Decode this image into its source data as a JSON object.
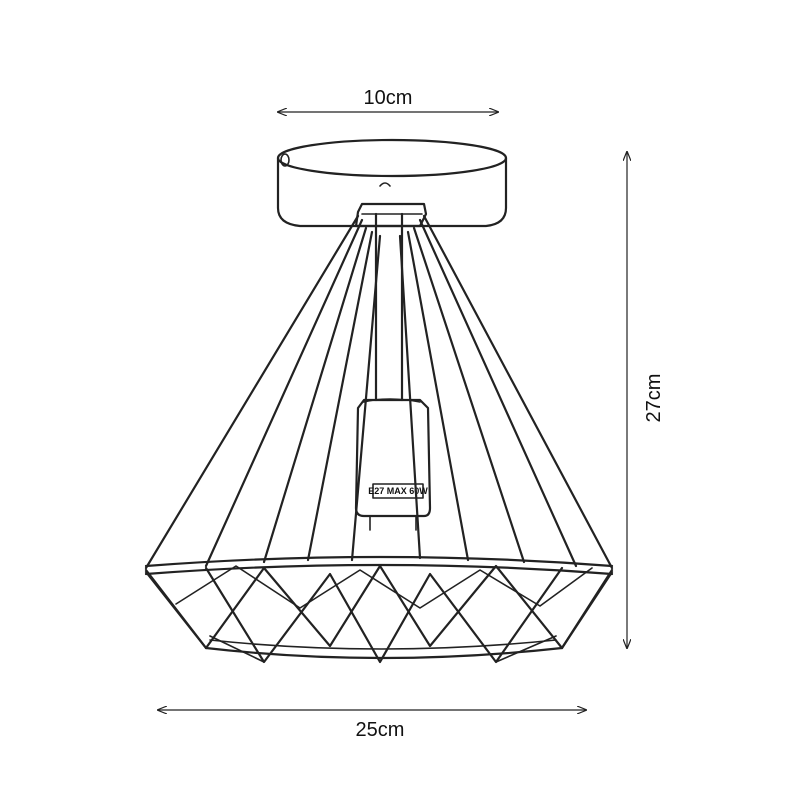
{
  "dimensions": {
    "top_width": "10cm",
    "height": "27cm",
    "bottom_width": "25cm"
  },
  "socket": {
    "label": "E27 MAX 60W"
  },
  "colors": {
    "line": "#222222",
    "background": "#ffffff"
  }
}
